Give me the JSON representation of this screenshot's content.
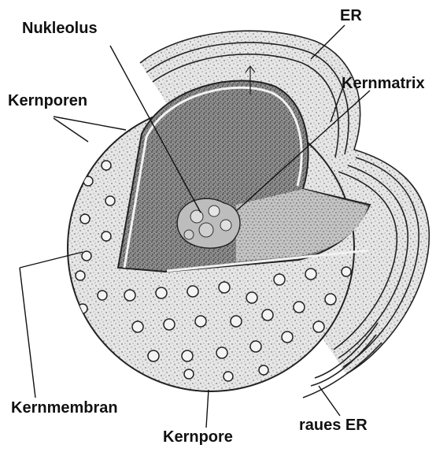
{
  "labels": {
    "nukleolus": "Nukleolus",
    "er": "ER",
    "kernmatrix": "Kernmatrix",
    "kernporen": "Kernporen",
    "kernmembran": "Kernmembran",
    "kernpore": "Kernpore",
    "raues_er": "raues ER"
  }
}
